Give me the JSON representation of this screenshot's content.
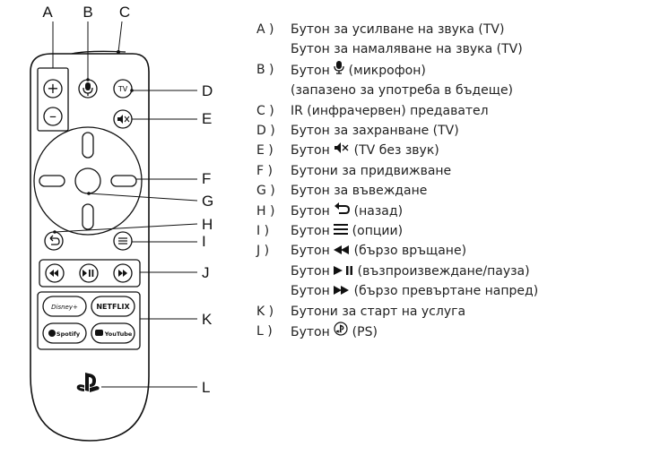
{
  "diagram": {
    "top_labels": [
      "A",
      "B",
      "C"
    ],
    "side_labels": [
      "D",
      "E",
      "F",
      "G",
      "H",
      "I",
      "J",
      "K",
      "L"
    ],
    "buttons": {
      "vol_up": "+",
      "vol_down": "–",
      "tv": "TV",
      "disney": "Disney+",
      "netflix": "NETFLIX",
      "spotify": "Spotify",
      "youtube": "YouTube"
    }
  },
  "legend": [
    {
      "letter": "A )",
      "lines": [
        {
          "text": "Бутон за усилване на звука (TV)"
        },
        {
          "text": "Бутон за намаляване на звука (TV)"
        }
      ]
    },
    {
      "letter": "B )",
      "lines": [
        {
          "pre": "Бутон ",
          "icon": "microphone-icon",
          "post": " (микрофон)"
        },
        {
          "text": "(запазено за употреба в бъдеще)"
        }
      ]
    },
    {
      "letter": "C )",
      "lines": [
        {
          "text": "IR (инфрачервен) предавател"
        }
      ]
    },
    {
      "letter": "D )",
      "lines": [
        {
          "text": "Бутон за захранване (TV)"
        }
      ]
    },
    {
      "letter": "E )",
      "lines": [
        {
          "pre": "Бутон ",
          "icon": "mute-icon",
          "post": " (TV без звук)"
        }
      ]
    },
    {
      "letter": "F )",
      "lines": [
        {
          "text": "Бутони за придвижване"
        }
      ]
    },
    {
      "letter": "G )",
      "lines": [
        {
          "text": "Бутон за въвеждане"
        }
      ]
    },
    {
      "letter": "H )",
      "lines": [
        {
          "pre": "Бутон ",
          "icon": "back-arrow-icon",
          "post": " (назад)"
        }
      ]
    },
    {
      "letter": "I )",
      "lines": [
        {
          "pre": "Бутон ",
          "icon": "options-icon",
          "post": " (опции)"
        }
      ]
    },
    {
      "letter": "J )",
      "lines": [
        {
          "pre": "Бутон ",
          "icon": "rewind-icon",
          "post": " (бързо връщане)"
        },
        {
          "pre": "Бутон ",
          "icon": "play-pause-icon",
          "post": " (възпроизвеждане/пауза)"
        },
        {
          "pre": "Бутон ",
          "icon": "fast-forward-icon",
          "post": " (бързо превъртане напред)"
        }
      ]
    },
    {
      "letter": "K )",
      "lines": [
        {
          "text": "Бутони за старт на услуга"
        }
      ]
    },
    {
      "letter": "L )",
      "lines": [
        {
          "pre": "Бутон ",
          "icon": "ps-circle-icon",
          "post": " (PS)"
        }
      ]
    }
  ]
}
